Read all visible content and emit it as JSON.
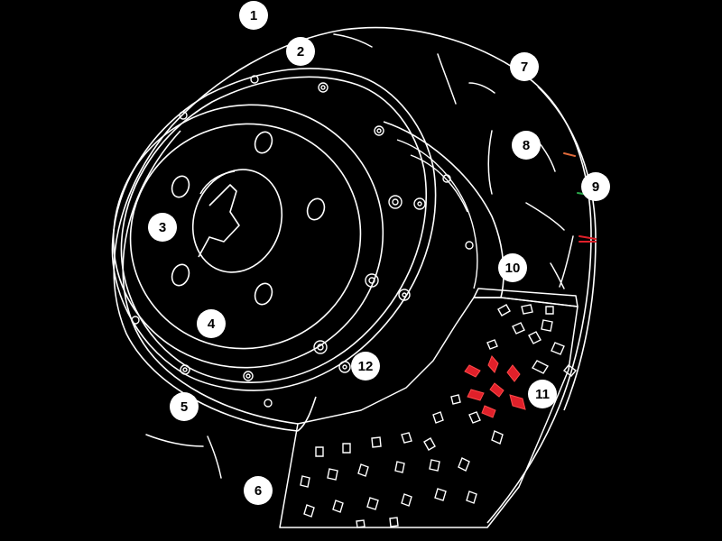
{
  "diagram": {
    "callouts": [
      {
        "id": "1",
        "label": "1"
      },
      {
        "id": "2",
        "label": "2"
      },
      {
        "id": "3",
        "label": "3"
      },
      {
        "id": "4",
        "label": "4"
      },
      {
        "id": "5",
        "label": "5"
      },
      {
        "id": "6",
        "label": "6"
      },
      {
        "id": "7",
        "label": "7"
      },
      {
        "id": "8",
        "label": "8"
      },
      {
        "id": "9",
        "label": "9"
      },
      {
        "id": "10",
        "label": "10"
      },
      {
        "id": "11",
        "label": "11"
      },
      {
        "id": "12",
        "label": "12"
      }
    ],
    "colors": {
      "background": "#000000",
      "line": "#ffffff",
      "callout_fill": "#ffffff",
      "callout_text": "#000000",
      "accent_red": "#e0202a",
      "accent_green": "#2aa84a",
      "accent_orange": "#e06a3a"
    }
  }
}
